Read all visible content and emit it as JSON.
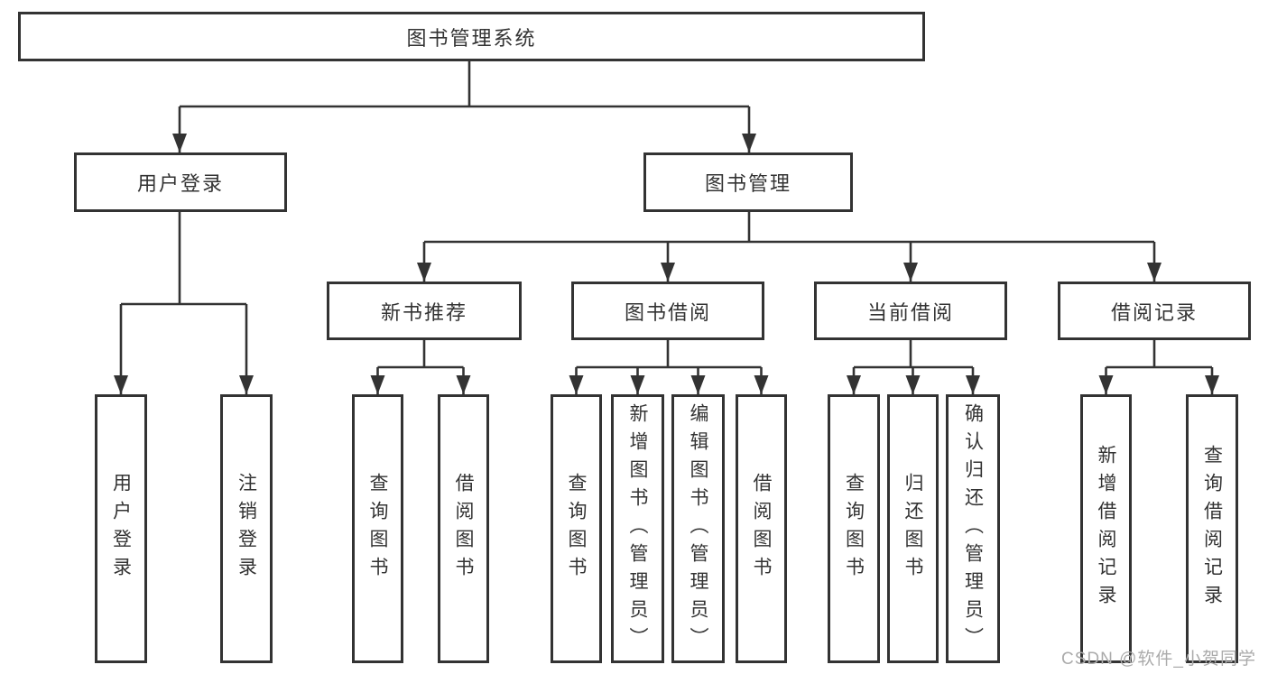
{
  "colors": {
    "line": "#333333",
    "box_border": "#333333",
    "box_background": "#ffffff",
    "text": "#333333",
    "watermark_text": "#ababab",
    "background": "#ffffff"
  },
  "tree": {
    "root": {
      "label": "图书管理系统"
    },
    "branches": [
      {
        "label": "用户登录",
        "children": [
          {
            "label": "用户登录"
          },
          {
            "label": "注销登录"
          }
        ]
      },
      {
        "label": "图书管理",
        "children": [
          {
            "label": "新书推荐",
            "children": [
              {
                "label": "查询图书"
              },
              {
                "label": "借阅图书"
              }
            ]
          },
          {
            "label": "图书借阅",
            "children": [
              {
                "label": "查询图书"
              },
              {
                "label": "新增图书（管理员）"
              },
              {
                "label": "编辑图书（管理员）"
              },
              {
                "label": "借阅图书"
              }
            ]
          },
          {
            "label": "当前借阅",
            "children": [
              {
                "label": "查询图书"
              },
              {
                "label": "归还图书"
              },
              {
                "label": "确认归还（管理员）"
              }
            ]
          },
          {
            "label": "借阅记录",
            "children": [
              {
                "label": "新增借阅记录"
              },
              {
                "label": "查询借阅记录"
              }
            ]
          }
        ]
      }
    ]
  },
  "watermark": {
    "text": "CSDN @软件_小贺同学"
  }
}
